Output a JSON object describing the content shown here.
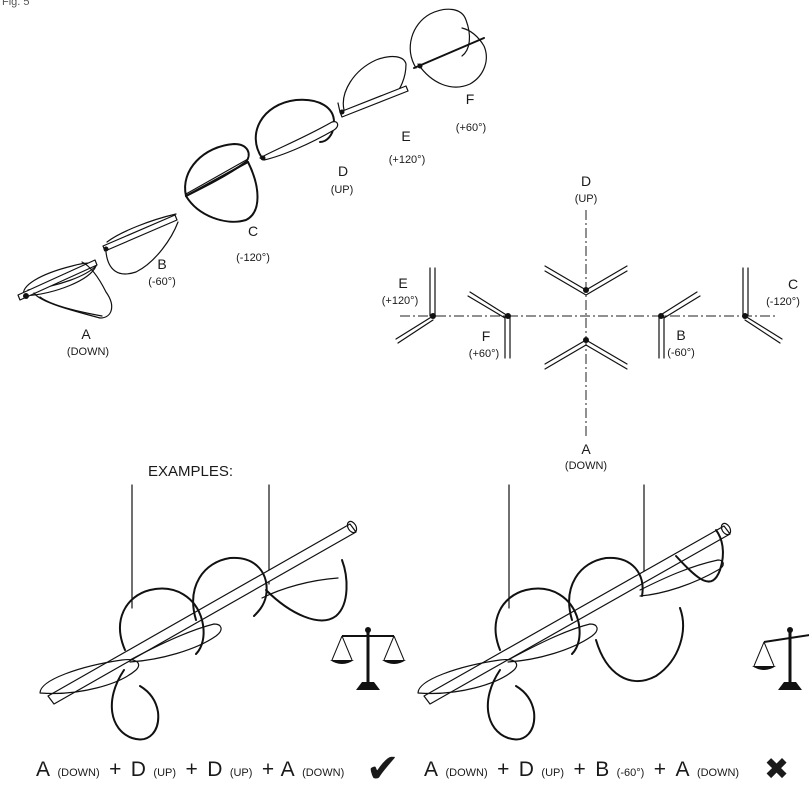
{
  "figure": {
    "fig_label": "Fig. 5"
  },
  "sequence_positions": [
    {
      "letter": "A",
      "angle": "(DOWN)"
    },
    {
      "letter": "B",
      "angle": "(-60°)"
    },
    {
      "letter": "C",
      "angle": "(-120°)"
    },
    {
      "letter": "D",
      "angle": "(UP)"
    },
    {
      "letter": "E",
      "angle": "(+120°)"
    },
    {
      "letter": "F",
      "angle": "(+60°)"
    }
  ],
  "orientation_diagram": {
    "top": {
      "letter": "D",
      "angle": "(UP)"
    },
    "bottom": {
      "letter": "A",
      "angle": "(DOWN)"
    },
    "outer_right": {
      "letter": "C",
      "angle": "(-120°)"
    },
    "inner_right": {
      "letter": "B",
      "angle": "(-60°)"
    },
    "outer_left": {
      "letter": "E",
      "angle": "(+120°)"
    },
    "inner_left": {
      "letter": "F",
      "angle": "(+60°)"
    }
  },
  "examples": {
    "heading": "EXAMPLES:",
    "left": {
      "terms": [
        {
          "letter": "A",
          "note": "(DOWN)"
        },
        {
          "letter": "D",
          "note": "(UP)"
        },
        {
          "letter": "D",
          "note": "(UP)"
        },
        {
          "letter": "A",
          "note": "(DOWN)"
        }
      ],
      "operator": "+",
      "result": "✔",
      "result_name": "balanced-correct"
    },
    "right": {
      "terms": [
        {
          "letter": "A",
          "note": "(DOWN)"
        },
        {
          "letter": "D",
          "note": "(UP)"
        },
        {
          "letter": "B",
          "note": "(-60°)"
        },
        {
          "letter": "A",
          "note": "(DOWN)"
        }
      ],
      "operator": "+",
      "result": "✖",
      "result_name": "unbalanced-wrong"
    }
  },
  "icons": [
    "balance-scale-icon",
    "check-mark-icon",
    "cross-mark-icon"
  ]
}
